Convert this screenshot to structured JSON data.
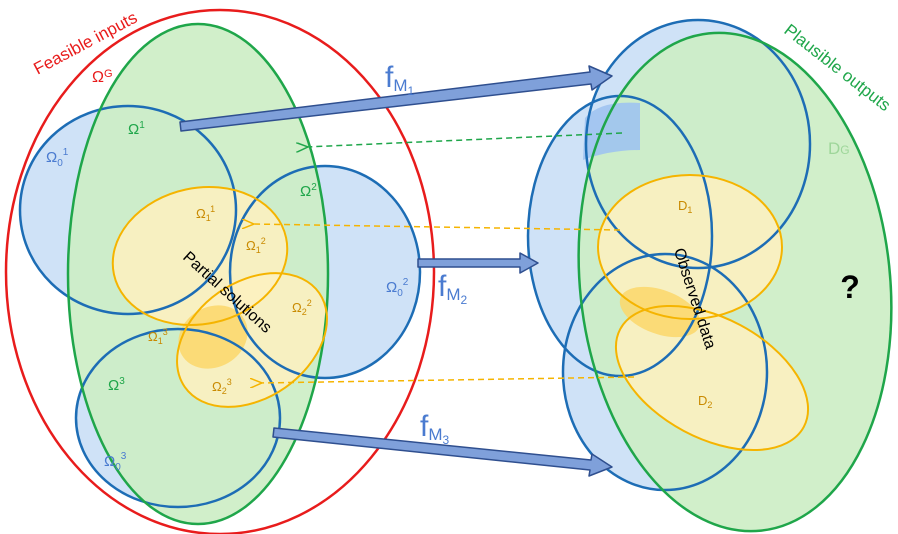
{
  "colors": {
    "red": "#e81c1c",
    "green": "#1fa64a",
    "blue": "#1d6db5",
    "gold": "#f5b400",
    "light_blue_fill": "#cfe2f7",
    "light_green_fill": "#cdeec6",
    "light_yellow_fill": "#fdf0bf",
    "mid_blue_fill": "#9ec3ef",
    "arrow_fill": "#7fa0da",
    "arrow_stroke": "#2f4f8f",
    "label_blue": "#4a7bd0"
  },
  "labels": {
    "feasible_inputs": "Feasible inputs",
    "plausible_outputs": "Plausible outputs",
    "omega_g": "Ω",
    "omega_g_sup": "G",
    "omega1": "Ω",
    "omega1_sup": "1",
    "omega2": "Ω",
    "omega2_sup": "2",
    "omega3": "Ω",
    "omega3_sup": "3",
    "omega0_1": "Ω",
    "omega0_1_sub": "0",
    "omega0_1_sup": "1",
    "omega0_2": "Ω",
    "omega0_2_sub": "0",
    "omega0_2_sup": "2",
    "omega0_3": "Ω",
    "omega0_3_sub": "0",
    "omega0_3_sup": "3",
    "omega1_1": "Ω",
    "omega1_1_sub": "1",
    "omega1_1_sup": "1",
    "omega1_2": "Ω",
    "omega1_2_sub": "1",
    "omega1_2_sup": "2",
    "omega2_2": "Ω",
    "omega2_2_sub": "2",
    "omega2_2_sup": "2",
    "omega1_3": "Ω",
    "omega1_3_sub": "1",
    "omega1_3_sup": "3",
    "omega2_3": "Ω",
    "omega2_3_sub": "2",
    "omega2_3_sup": "3",
    "partial_solutions": "Partial solutions",
    "observed_data": "Observed data",
    "d_g": "D",
    "d_g_sub": "G",
    "d1": "D",
    "d1_sub": "1",
    "d2": "D",
    "d2_sub": "2",
    "question": "?",
    "f_m1": "f",
    "f_m1_sub": "M",
    "f_m1_subsub": "1",
    "f_m2": "f",
    "f_m2_sub": "M",
    "f_m2_subsub": "2",
    "f_m3": "f",
    "f_m3_sub": "M",
    "f_m3_subsub": "3"
  }
}
